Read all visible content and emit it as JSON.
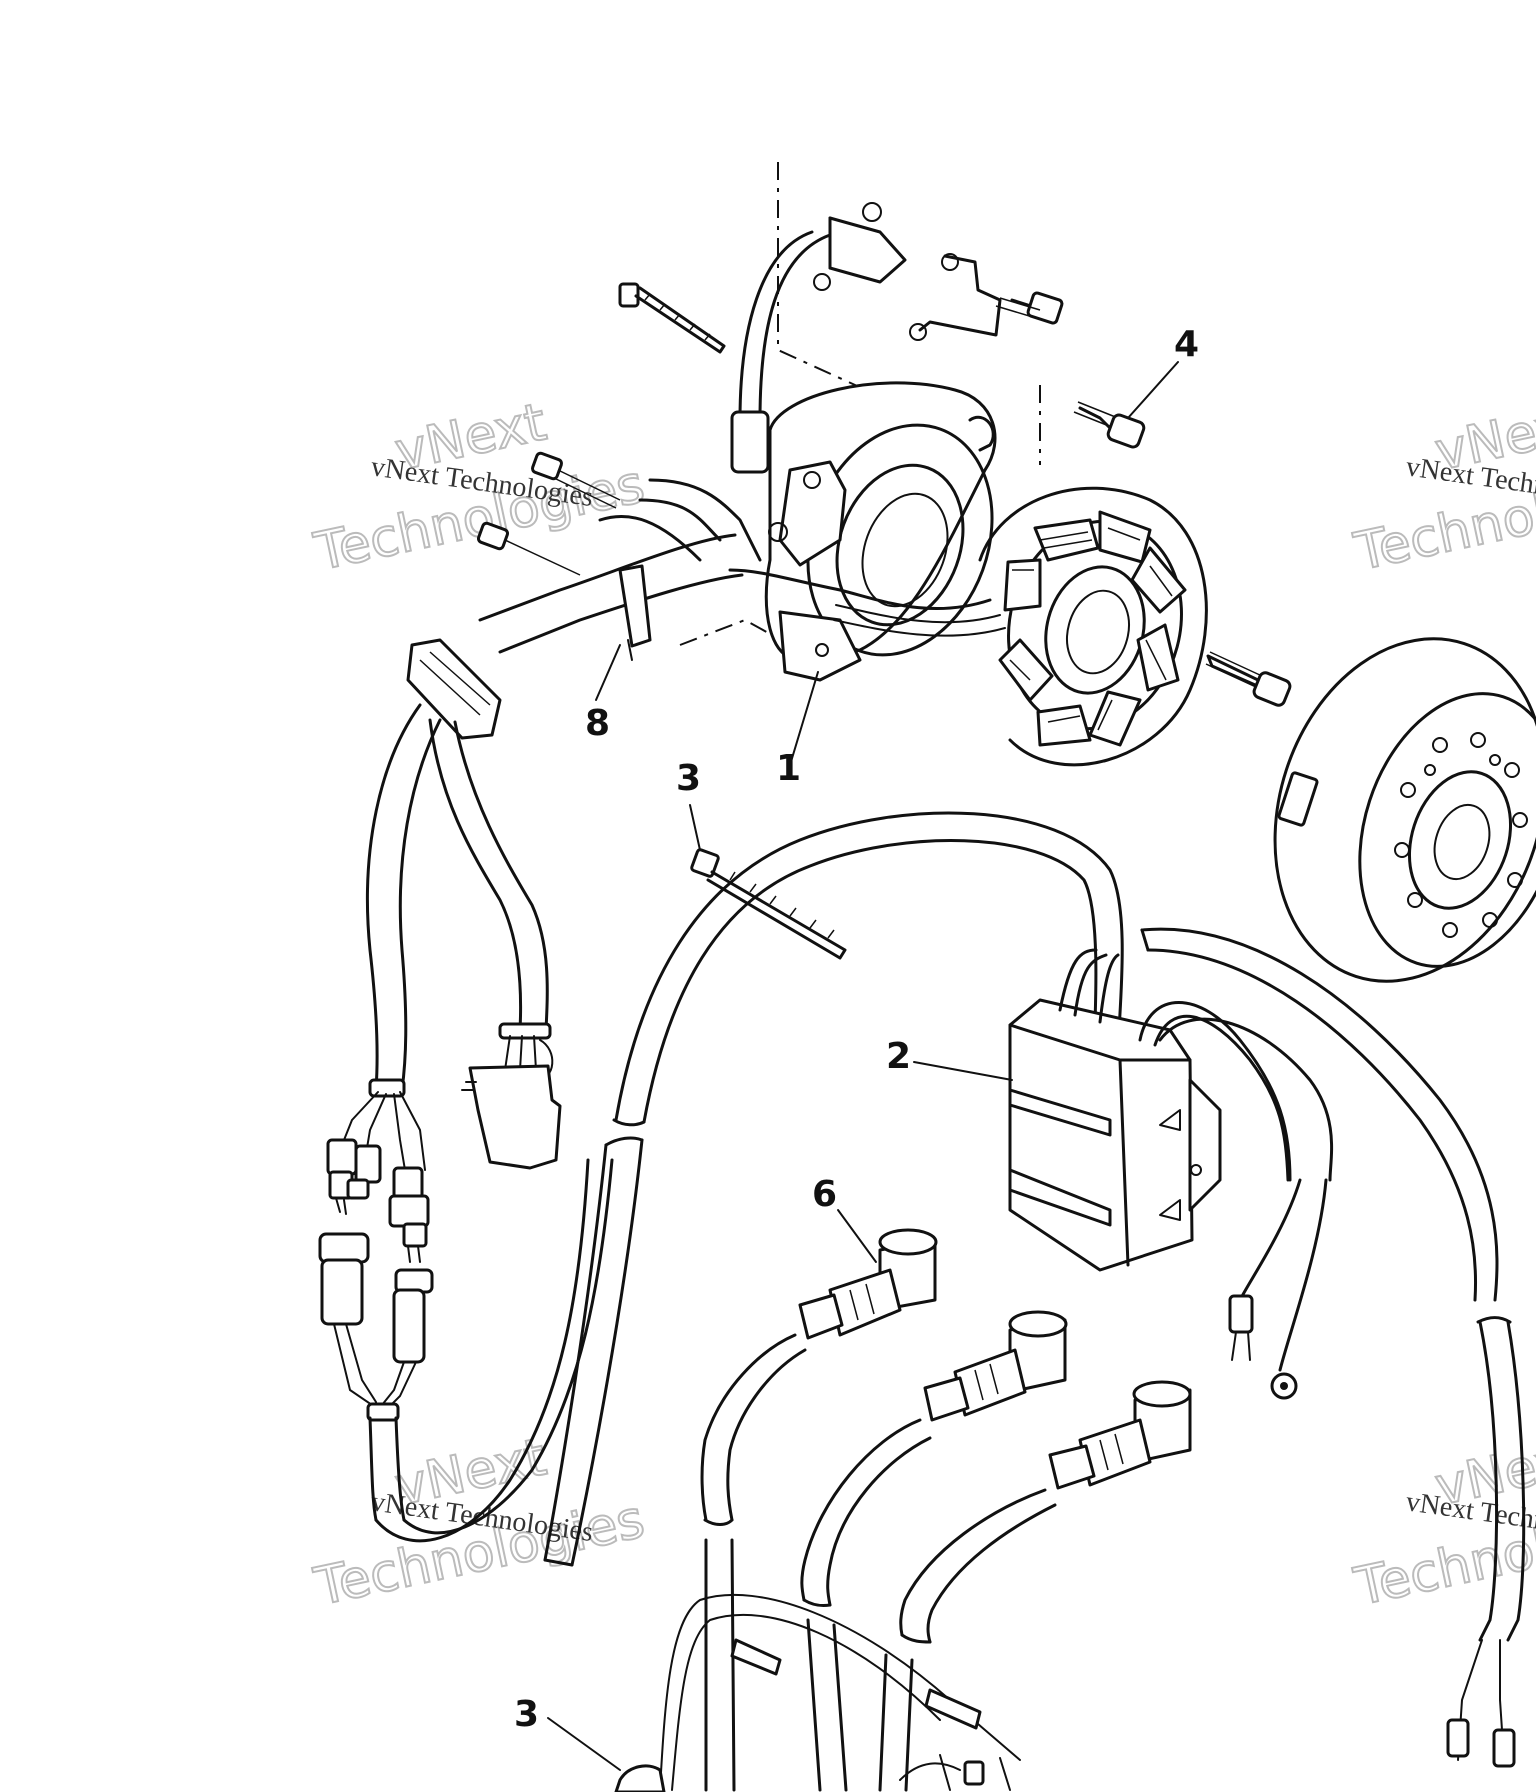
{
  "callouts": {
    "c1": "1",
    "c2": "2",
    "c3_top": "3",
    "c3_bottom": "3",
    "c4": "4",
    "c6": "6",
    "c8": "8"
  },
  "watermark": {
    "line1": "vNext Technologies",
    "line2_a": "vNext",
    "line2_b": "Technologies"
  }
}
